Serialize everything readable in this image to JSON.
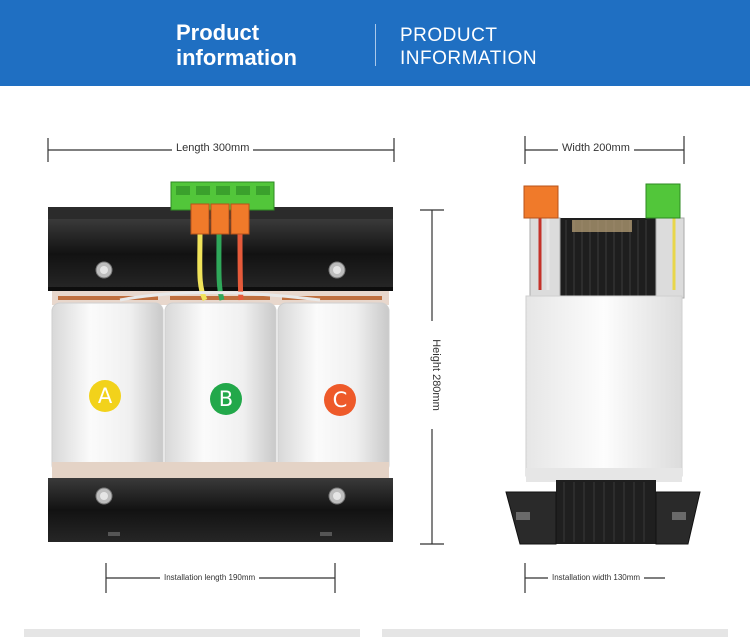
{
  "header": {
    "title_line1": "Product",
    "title_line2": "information",
    "subtitle_line1": "PRODUCT",
    "subtitle_line2": "INFORMATION"
  },
  "dimensions": {
    "length": "Length 300mm",
    "width": "Width 200mm",
    "height": "Height 280mm",
    "install_length": "Installation length 190mm",
    "install_width": "Installation width 130mm"
  },
  "phases": [
    {
      "label": "A",
      "color": "#f2d21b"
    },
    {
      "label": "B",
      "color": "#22a84a"
    },
    {
      "label": "C",
      "color": "#ee5a2a"
    }
  ],
  "colors": {
    "header_bg": "#1f6fc2",
    "frame": "#1c1c1c",
    "coil": "#f1f1f1",
    "terminal_green": "#52c63a",
    "terminal_orange": "#f07a2a"
  }
}
